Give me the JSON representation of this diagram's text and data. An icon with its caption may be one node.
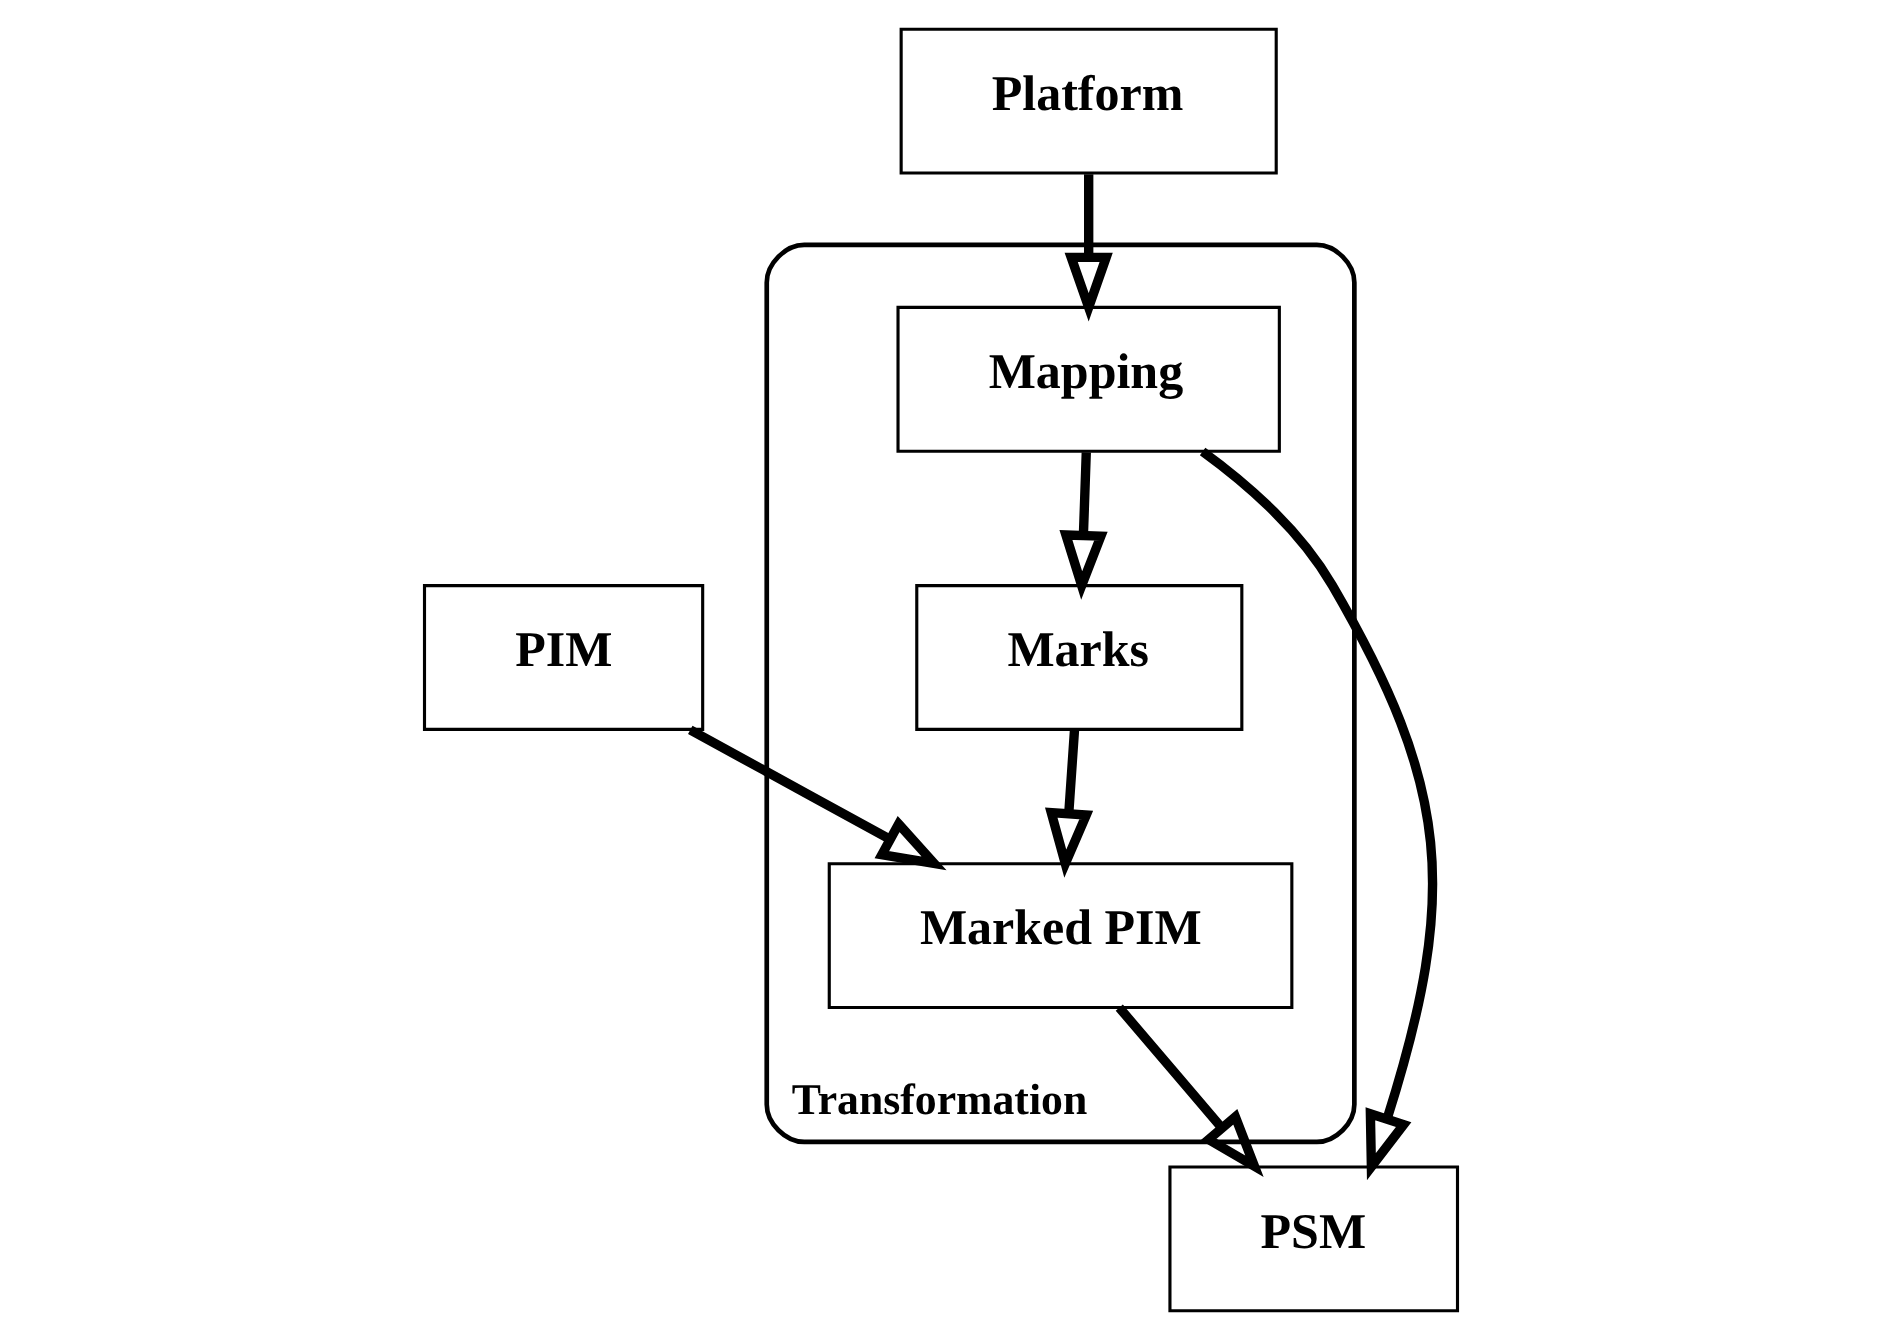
{
  "diagram": {
    "nodes": [
      {
        "text": [
          "PIM"
        ]
      },
      {
        "text": [
          "Transformation"
        ]
      },
      {
        "text": [
          "Marks"
        ],
        "in": 1
      },
      {
        "text": [
          "Marked PIM"
        ],
        "in": 1
      },
      {
        "text": [
          "Mapping"
        ],
        "in": 1
      },
      {
        "text": [
          "Platform"
        ]
      },
      {
        "text": [
          "PSM"
        ]
      }
    ],
    "edges": [
      {
        "from": 0,
        "to": 3,
        "arrow": "to"
      },
      {
        "from": 2,
        "to": 3,
        "arrow": "to"
      },
      {
        "from": 3,
        "to": 6,
        "arrow": "to"
      },
      {
        "from": 4,
        "to": 2,
        "arrow": "to"
      },
      {
        "from": 4,
        "to": 6,
        "arrow": "to"
      },
      {
        "from": 5,
        "to": 4,
        "arrow": "to"
      }
    ]
  }
}
